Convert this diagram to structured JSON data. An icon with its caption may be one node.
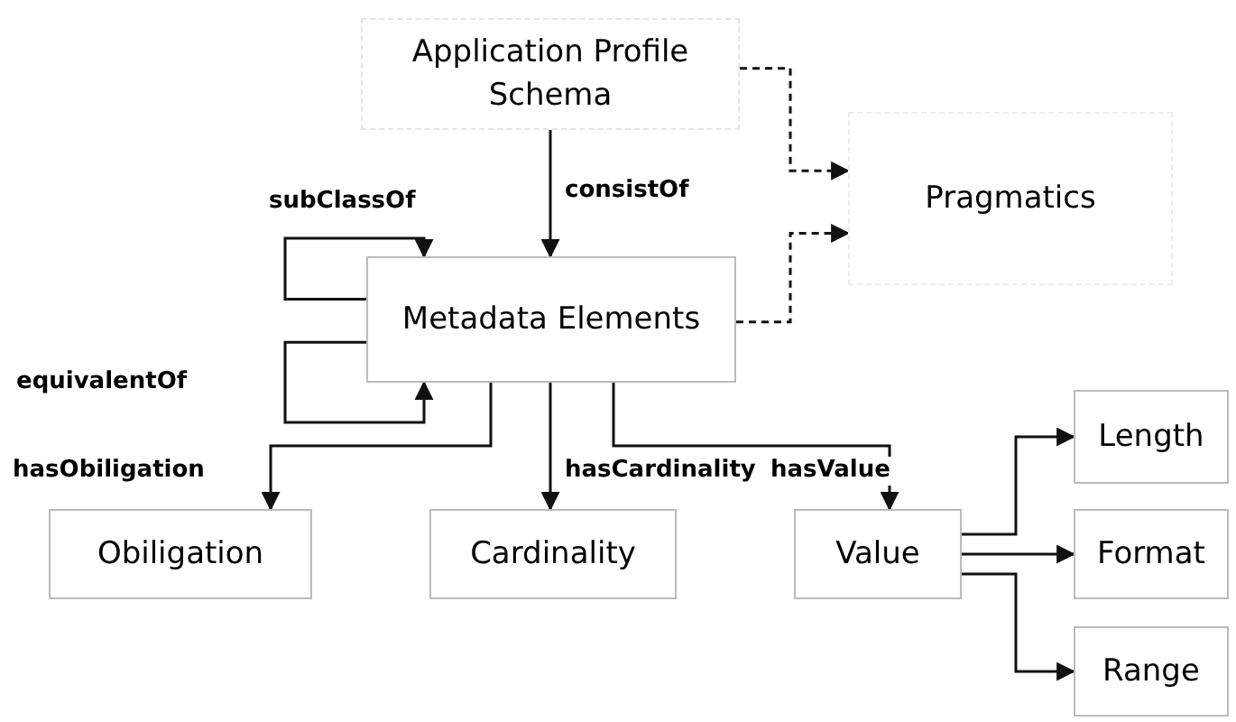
{
  "diagram": {
    "nodes": [
      {
        "text": [
          "Application Profile Schema"
        ]
      },
      {
        "text": [
          "Pragmatics"
        ]
      },
      {
        "text": [
          "Metadata Elements"
        ]
      },
      {
        "text": [
          "Obiligation"
        ]
      },
      {
        "text": [
          "Cardinality"
        ]
      },
      {
        "text": [
          "Value"
        ]
      },
      {
        "text": [
          "Length"
        ]
      },
      {
        "text": [
          "Format"
        ]
      },
      {
        "text": [
          "Range"
        ]
      }
    ],
    "edges": [
      {
        "from": 0,
        "to": 2,
        "arrow": "to",
        "label": "consistOf"
      },
      {
        "from": 2,
        "to": 2,
        "arrow": "to",
        "label": "subClassOf"
      },
      {
        "from": 2,
        "to": 2,
        "arrow": "to",
        "label": "equivalentOf"
      },
      {
        "from": 2,
        "to": 3,
        "arrow": "to",
        "label": "hasObiligation"
      },
      {
        "from": 2,
        "to": 4,
        "arrow": "to",
        "label": "hasCardinality"
      },
      {
        "from": 2,
        "to": 5,
        "arrow": "to",
        "label": "hasValue"
      },
      {
        "from": 5,
        "to": 6,
        "arrow": "to"
      },
      {
        "from": 5,
        "to": 7,
        "arrow": "to"
      },
      {
        "from": 5,
        "to": 8,
        "arrow": "to"
      },
      {
        "from": 0,
        "to": 1,
        "arrow": "to",
        "style": "dashed"
      },
      {
        "from": 2,
        "to": 1,
        "arrow": "to",
        "style": "dashed"
      }
    ]
  }
}
